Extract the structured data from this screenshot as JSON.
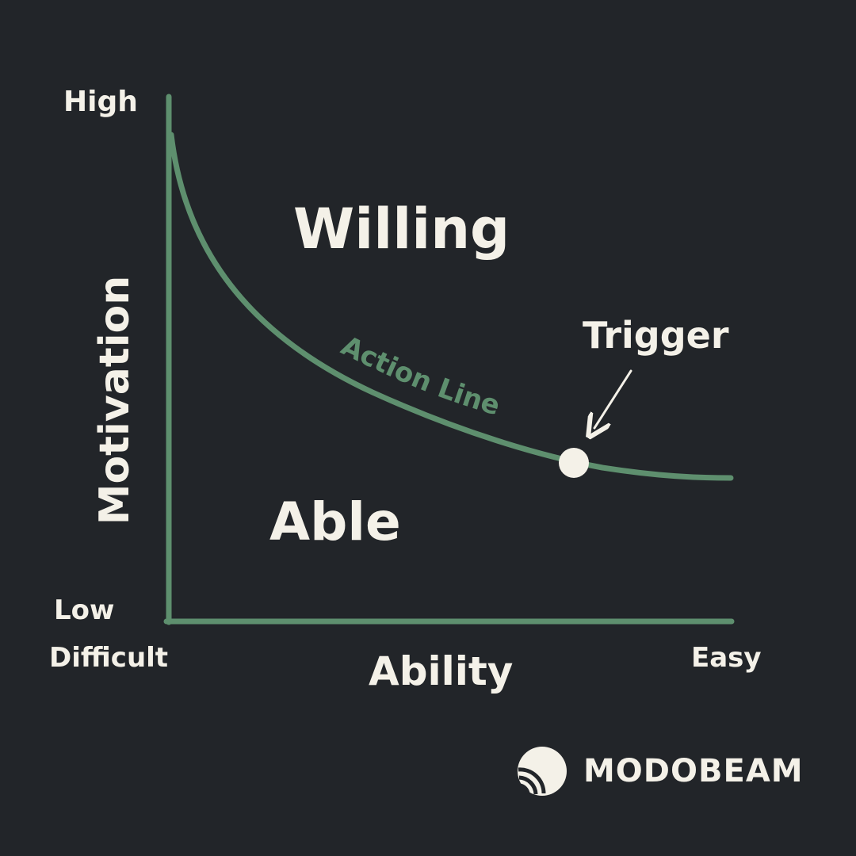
{
  "diagram": {
    "y_axis": {
      "title": "Motivation",
      "high_label": "High",
      "low_label": "Low"
    },
    "x_axis": {
      "title": "Ability",
      "left_label": "Difficult",
      "right_label": "Easy"
    },
    "regions": {
      "above_curve": "Willing",
      "below_curve": "Able"
    },
    "curve_label": "Action Line",
    "pointer_label": "Trigger"
  },
  "brand": {
    "name": "MODOBEAM",
    "logo_icon": "modobeam-logo-icon"
  },
  "colors": {
    "background": "#222529",
    "axis_and_curve": "#5e8f6e",
    "text": "#f4f1e8",
    "trigger_dot": "#f4f1e8"
  }
}
